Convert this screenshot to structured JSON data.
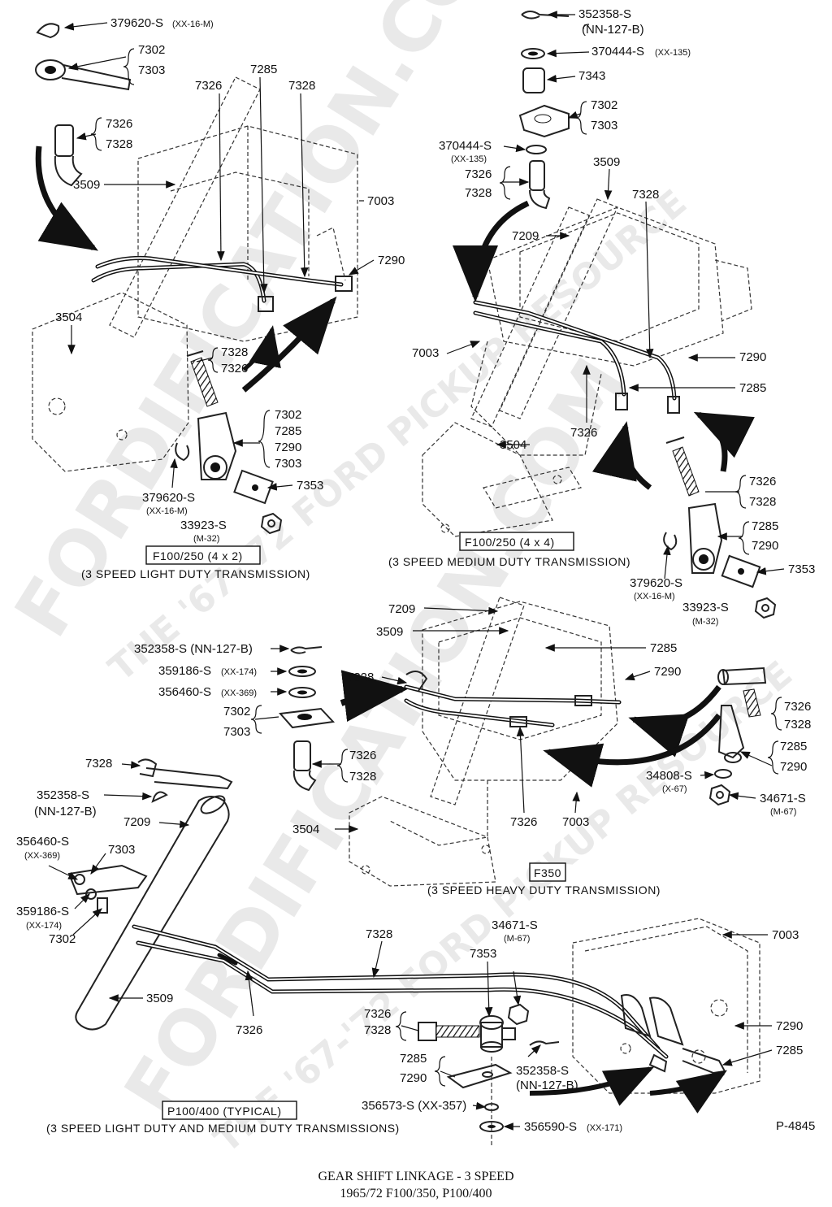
{
  "watermark": {
    "main": "FORDIFICATION.COM",
    "sub": "THE '67-'72 FORD PICKUP RESOURCE"
  },
  "panels": {
    "f100_4x2": {
      "model_box": "F100/250 (4 x 2)",
      "caption": "(3 SPEED LIGHT DUTY TRANSMISSION)",
      "labels": {
        "p379620s_top": "379620-S",
        "p379620s_top_code": "(XX-16-M)",
        "p7302": "7302",
        "p7303": "7303",
        "p7326a": "7326",
        "p7328a": "7328",
        "p7326b": "7326",
        "p7285": "7285",
        "p7328b": "7328",
        "p3509": "3509",
        "p7003": "7003",
        "p7290": "7290",
        "p3504": "3504",
        "p7328c": "7328",
        "p7326c": "7326",
        "grp_7302": "7302",
        "grp_7285": "7285",
        "grp_7290": "7290",
        "grp_7303": "7303",
        "p7353": "7353",
        "p379620s_bot": "379620-S",
        "p379620s_bot_code": "(XX-16-M)",
        "p33923s": "33923-S",
        "p33923s_code": "(M-32)"
      }
    },
    "f100_4x4": {
      "model_box": "F100/250 (4 x 4)",
      "caption": "(3 SPEED MEDIUM DUTY TRANSMISSION)",
      "labels": {
        "p352358s": "352358-S",
        "p352358s_code": "(NN-127-B)",
        "p370444s_top": "370444-S",
        "p370444s_top_code": "(XX-135)",
        "p7343": "7343",
        "p7302": "7302",
        "p7303": "7303",
        "p370444s_left": "370444-S",
        "p370444s_left_code": "(XX-135)",
        "p7326a": "7326",
        "p7328a": "7328",
        "p3509": "3509",
        "p7328b": "7328",
        "p7209": "7209",
        "p7003": "7003",
        "p7290": "7290",
        "p7285": "7285",
        "p7326b": "7326",
        "p3504": "3504",
        "p7326c": "7326",
        "p7328c": "7328",
        "grp_7285": "7285",
        "grp_7290": "7290",
        "p7353": "7353",
        "p379620s": "379620-S",
        "p379620s_code": "(XX-16-M)",
        "p33923s": "33923-S",
        "p33923s_code": "(M-32)"
      }
    },
    "f350": {
      "model_box": "F350",
      "caption": "(3 SPEED HEAVY DUTY TRANSMISSION)",
      "labels": {
        "p7209": "7209",
        "p3509": "3509",
        "p7285": "7285",
        "p7290": "7290",
        "p7328": "7328",
        "p352358s": "352358-S (NN-127-B)",
        "p359186s": "359186-S",
        "p359186s_code": "(XX-174)",
        "p356460s": "356460-S",
        "p356460s_code": "(XX-369)",
        "p7302": "7302",
        "p7303": "7303",
        "p7326a": "7326",
        "p7328a": "7328",
        "p7326b": "7326",
        "p7328b": "7328",
        "grp_7285": "7285",
        "grp_7290": "7290",
        "p34808s": "34808-S",
        "p34808s_code": "(X-67)",
        "p34671s": "34671-S",
        "p34671s_code": "(M-67)",
        "p3504": "3504",
        "p7326c": "7326",
        "p7003": "7003"
      }
    },
    "p100_400": {
      "model_box": "P100/400 (TYPICAL)",
      "caption": "(3 SPEED LIGHT DUTY AND MEDIUM DUTY TRANSMISSIONS)",
      "labels": {
        "p7328a": "7328",
        "p352358s": "352358-S",
        "p352358s_code": "(NN-127-B)",
        "p7209": "7209",
        "p356460s": "356460-S",
        "p356460s_code": "(XX-369)",
        "p7303": "7303",
        "p359186s": "359186-S",
        "p359186s_code": "(XX-174)",
        "p7302": "7302",
        "p3509": "3509",
        "p7326a": "7326",
        "p7328b": "7328",
        "p34671s": "34671-S",
        "p34671s_code": "(M-67)",
        "p7353": "7353",
        "p7003": "7003",
        "p7326b": "7326",
        "p7328c": "7328",
        "p7290": "7290",
        "p7285": "7285",
        "grp_7285": "7285",
        "grp_7290": "7290",
        "p352358s_b": "352358-S",
        "p352358s_b_code": "(NN-127-B)",
        "p356573s": "356573-S (XX-357)",
        "p356590s": "356590-S",
        "p356590s_code": "(XX-171)"
      }
    }
  },
  "figure_number": "P-4845",
  "footer": {
    "line1": "GEAR SHIFT LINKAGE - 3 SPEED",
    "line2": "1965/72  F100/350, P100/400"
  }
}
